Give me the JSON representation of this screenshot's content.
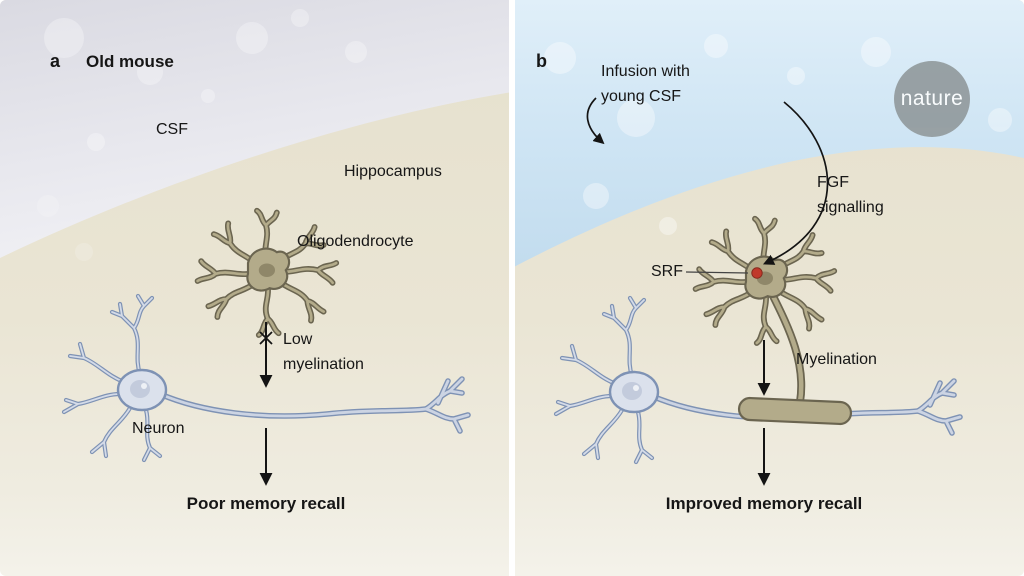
{
  "figure": {
    "panel_a": {
      "letter": "a",
      "title": "Old mouse",
      "csf_label": "CSF",
      "hippocampus_label": "Hippocampus",
      "oligodendrocyte_label": "Oligodendrocyte",
      "myelination_note_line1": "Low",
      "myelination_note_line2": "myelination",
      "neuron_label": "Neuron",
      "outcome": "Poor memory recall"
    },
    "panel_b": {
      "letter": "b",
      "infusion_line1": "Infusion with",
      "infusion_line2": "young CSF",
      "fgf_line1": "FGF",
      "fgf_line2": "signalling",
      "srf_label": "SRF",
      "myelination_label": "Myelination",
      "outcome": "Improved memory recall"
    },
    "logo_text": "nature",
    "colors": {
      "text": "#161616",
      "csf_old": "#e5e5ec",
      "csf_young": "#cbe1f0",
      "tissue": "#e9e4d2",
      "oligodendrocyte": "#b3ab8a",
      "oligodendrocyte_outline": "#6b6550",
      "neuron_fill": "#dbe1ec",
      "neuron_outline": "#7e92b4",
      "srf_dot": "#c0392b",
      "logo_circle": "#8f9799"
    }
  }
}
